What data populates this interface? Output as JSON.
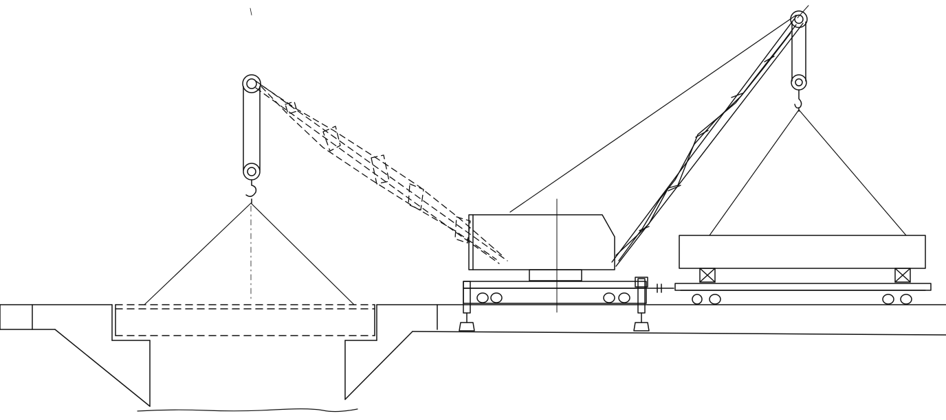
{
  "diagram": {
    "components": [
      "ground-line",
      "abutment-left",
      "abutment-right",
      "bridge-beam-installed",
      "ghost-crane-boom",
      "ghost-pulley-block",
      "rail-crane",
      "crane-boom",
      "crane-pulley-block",
      "beam-load",
      "flat-railcar",
      "outrigger-left",
      "outrigger-right"
    ],
    "colors": {
      "ink": "#111111",
      "paper": "#ffffff"
    }
  }
}
